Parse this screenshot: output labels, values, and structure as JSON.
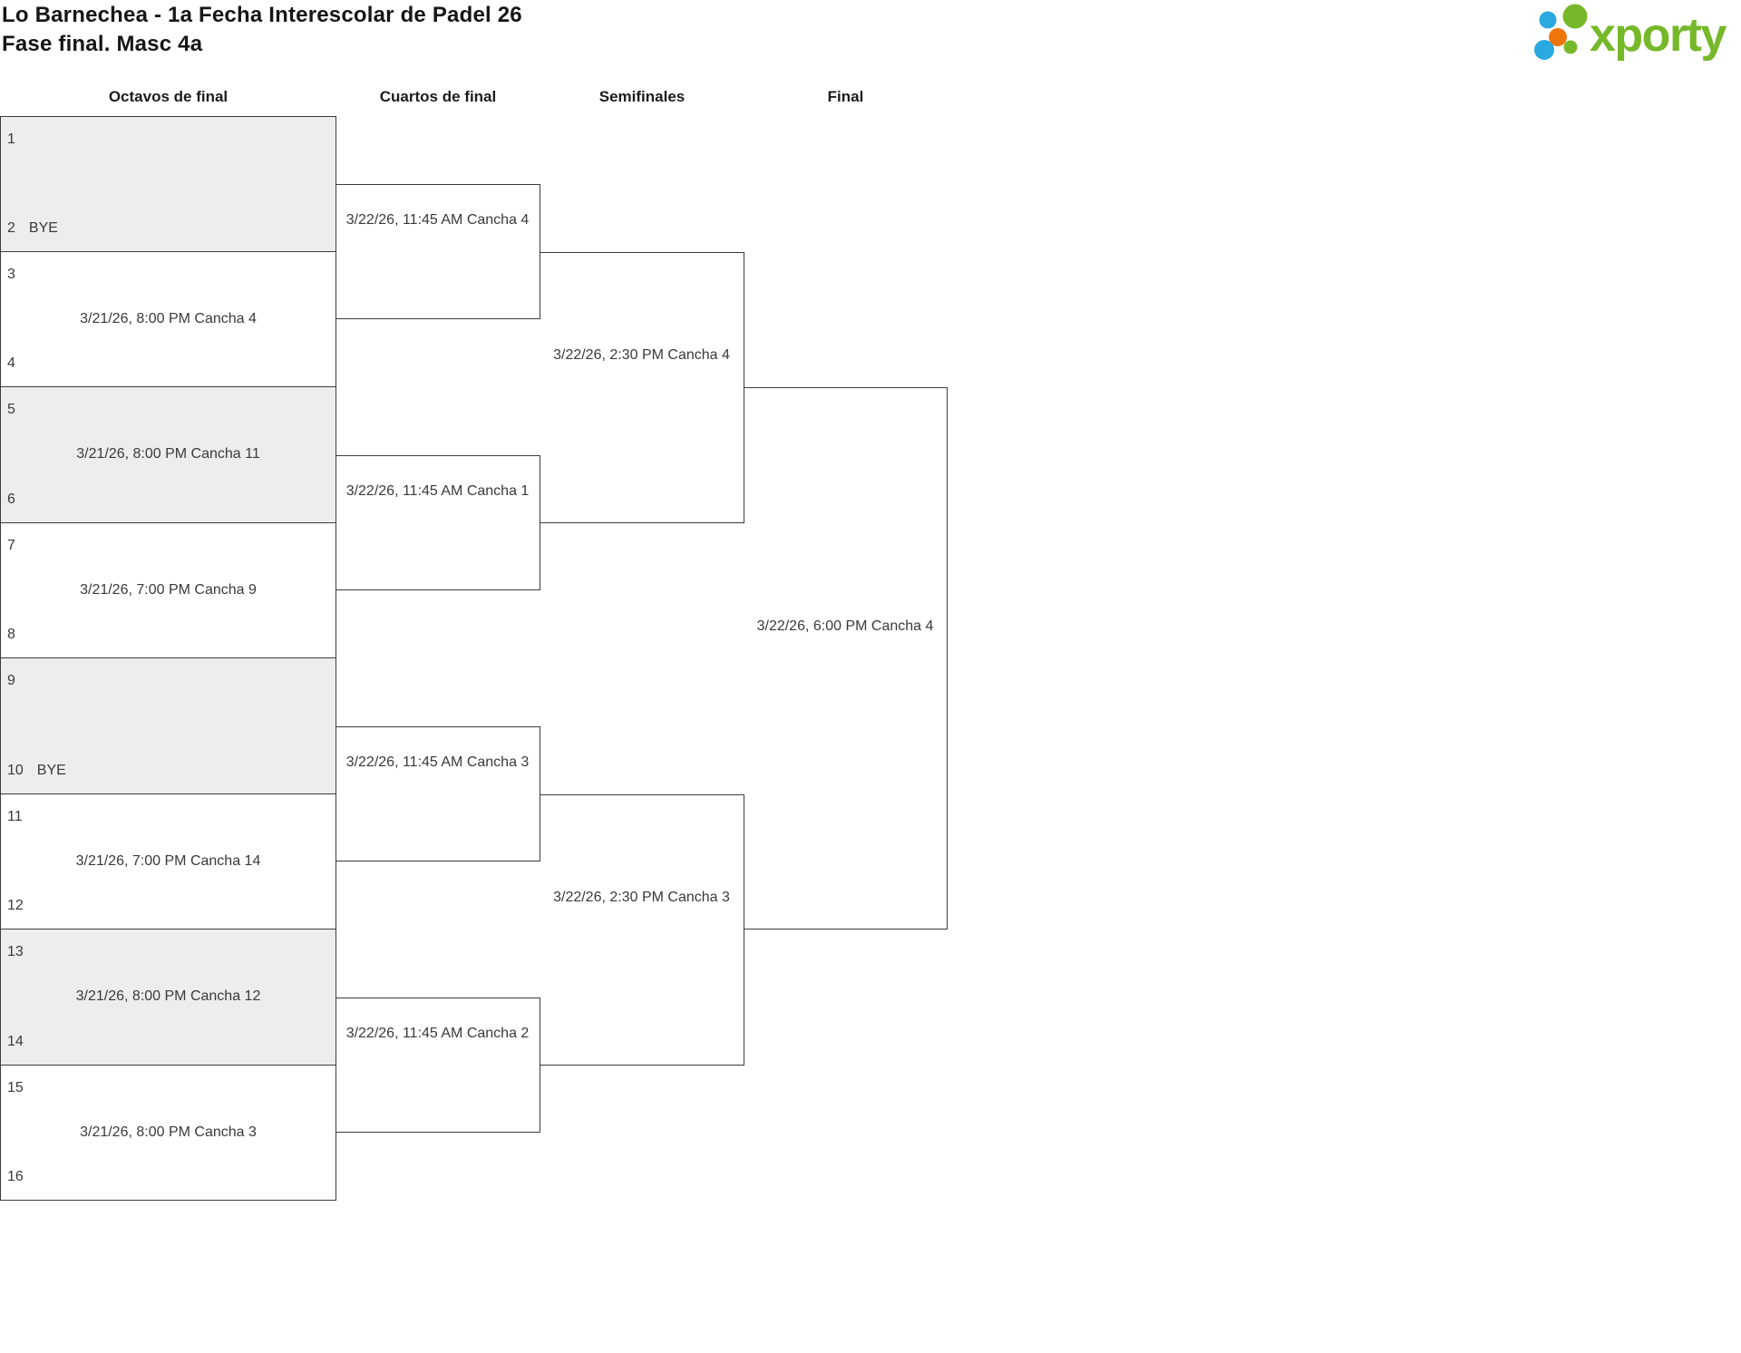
{
  "header": {
    "title": "Lo Barnechea - 1a Fecha Interescolar de Padel 26",
    "subtitle": "Fase final. Masc 4a"
  },
  "logo": {
    "text": "xporty",
    "colors": {
      "green": "#77B82A",
      "blue": "#2AA9E0",
      "orange": "#EE7509"
    }
  },
  "bracket": {
    "colors": {
      "border": "#3C3C3C",
      "shaded_match": "#EDEDED",
      "text": "#3A3A3A"
    },
    "rounds": [
      {
        "name": "Octavos de final",
        "matches": [
          {
            "slots": [
              {
                "seed": "1"
              },
              {
                "seed": "2",
                "tag": "BYE"
              }
            ]
          },
          {
            "schedule": "3/21/26, 8:00 PM Cancha 4",
            "slots": [
              {
                "seed": "3"
              },
              {
                "seed": "4"
              }
            ]
          },
          {
            "schedule": "3/21/26, 8:00 PM Cancha 11",
            "slots": [
              {
                "seed": "5"
              },
              {
                "seed": "6"
              }
            ]
          },
          {
            "schedule": "3/21/26, 7:00 PM Cancha 9",
            "slots": [
              {
                "seed": "7"
              },
              {
                "seed": "8"
              }
            ]
          },
          {
            "slots": [
              {
                "seed": "9"
              },
              {
                "seed": "10",
                "tag": "BYE"
              }
            ]
          },
          {
            "schedule": "3/21/26, 7:00 PM Cancha 14",
            "slots": [
              {
                "seed": "11"
              },
              {
                "seed": "12"
              }
            ]
          },
          {
            "schedule": "3/21/26, 8:00 PM Cancha 12",
            "slots": [
              {
                "seed": "13"
              },
              {
                "seed": "14"
              }
            ]
          },
          {
            "schedule": "3/21/26, 8:00 PM Cancha 3",
            "slots": [
              {
                "seed": "15"
              },
              {
                "seed": "16"
              }
            ]
          }
        ]
      },
      {
        "name": "Cuartos de final",
        "matches": [
          {
            "schedule": "3/22/26, 11:45 AM Cancha 4"
          },
          {
            "schedule": "3/22/26, 11:45 AM Cancha 1"
          },
          {
            "schedule": "3/22/26, 11:45 AM Cancha 3"
          },
          {
            "schedule": "3/22/26, 11:45 AM Cancha 2"
          }
        ]
      },
      {
        "name": "Semifinales",
        "matches": [
          {
            "schedule": "3/22/26, 2:30 PM Cancha 4"
          },
          {
            "schedule": "3/22/26, 2:30 PM Cancha 3"
          }
        ]
      },
      {
        "name": "Final",
        "matches": [
          {
            "schedule": "3/22/26, 6:00 PM Cancha 4"
          }
        ]
      }
    ]
  }
}
